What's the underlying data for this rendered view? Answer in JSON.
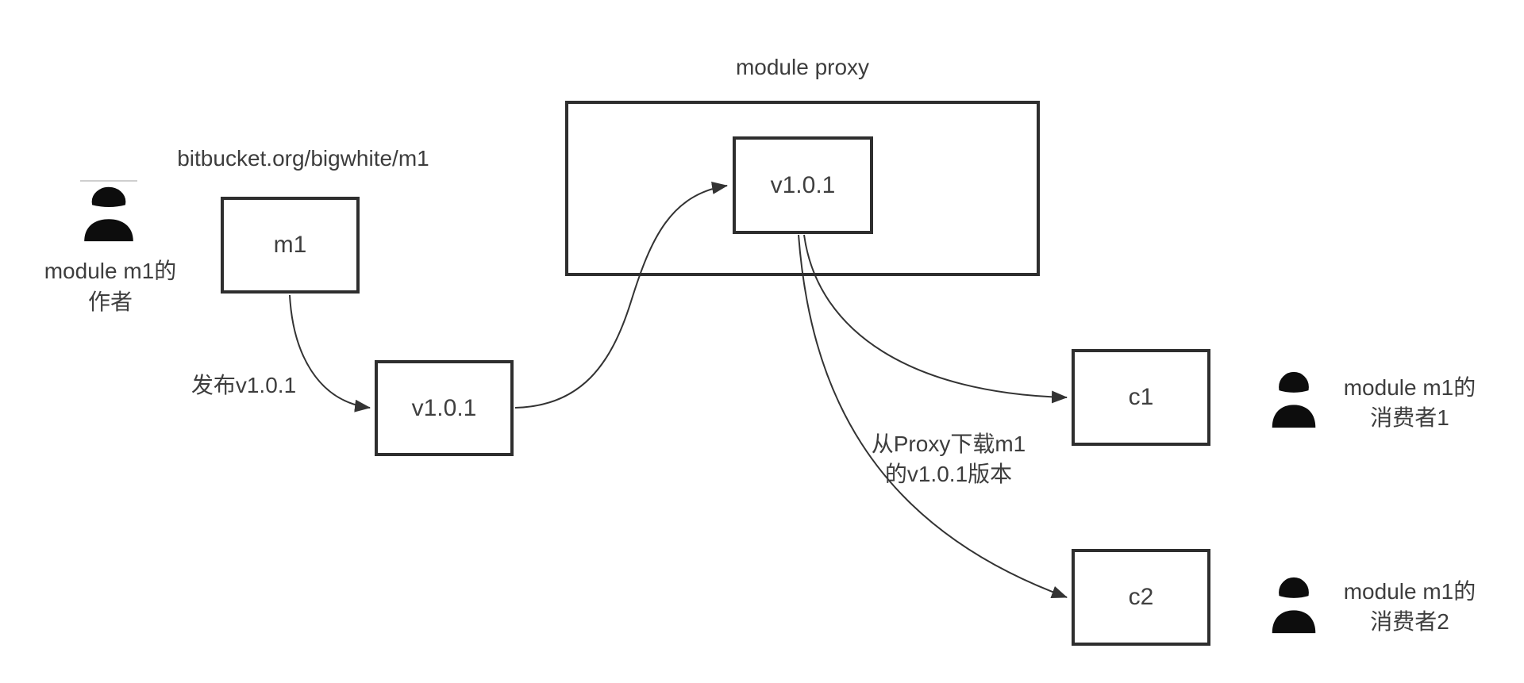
{
  "diagram": {
    "proxy_title": "module proxy",
    "repo_url": "bitbucket.org/bigwhite/m1",
    "author_label": {
      "line1": "module m1的",
      "line2": "作者"
    },
    "boxes": {
      "m1": "m1",
      "v101_source": "v1.0.1",
      "v101_proxy": "v1.0.1",
      "c1": "c1",
      "c2": "c2"
    },
    "edge_labels": {
      "publish": "发布v1.0.1",
      "download_line1": "从Proxy下载m1",
      "download_line2": "的v1.0.1版本"
    },
    "consumers": [
      {
        "line1": "module m1的",
        "line2": "消费者1"
      },
      {
        "line1": "module m1的",
        "line2": "消费者2"
      }
    ],
    "colors": {
      "line": "#333333",
      "box_border": "#2e2e2e",
      "text": "#3d3d3d",
      "icon": "#0d0d0d",
      "background": "#ffffff"
    }
  }
}
